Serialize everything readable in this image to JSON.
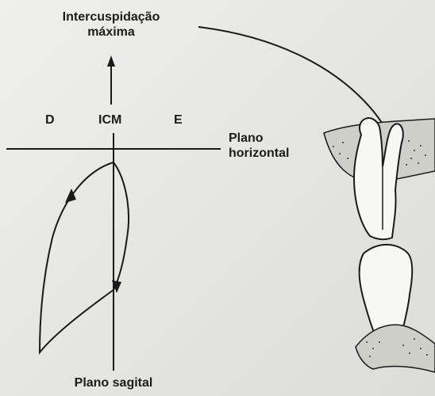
{
  "labels": {
    "intercuspidacao_line1": "Intercuspidação",
    "intercuspidacao_line2": "máxima",
    "direita": "D",
    "icm": "ICM",
    "esquerda": "E",
    "plano_horizontal_line1": "Plano",
    "plano_horizontal_line2": "horizontal",
    "plano_sagital": "Plano sagital"
  },
  "colors": {
    "line": "#1a1a1a",
    "gum": "#c9c9c4",
    "tooth_fill": "#f7f7f3"
  }
}
